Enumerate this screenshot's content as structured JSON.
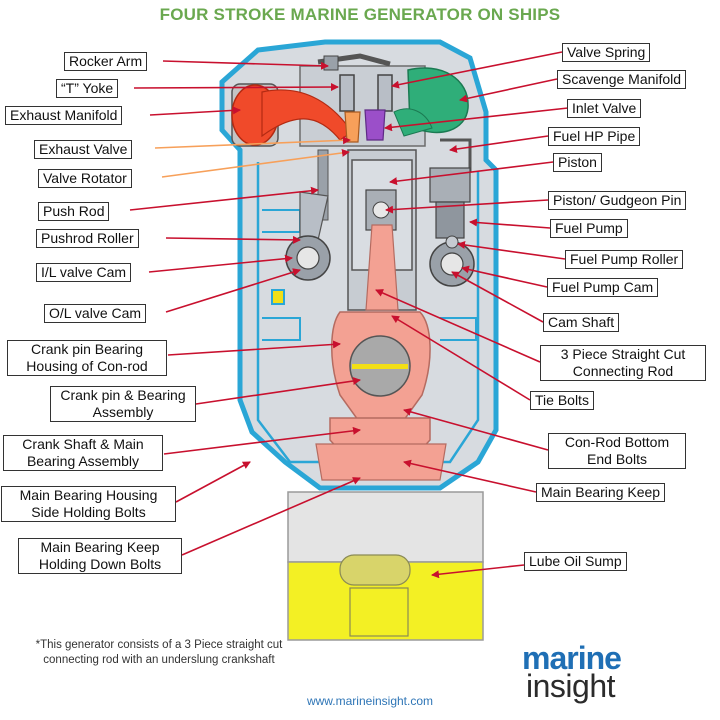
{
  "title": "FOUR STROKE MARINE GENERATOR ON SHIPS",
  "labels": {
    "rocker_arm": "Rocker Arm",
    "t_yoke": "“T” Yoke",
    "exhaust_manifold": "Exhaust Manifold",
    "exhaust_valve": "Exhaust Valve",
    "valve_rotator": "Valve Rotator",
    "push_rod": "Push Rod",
    "pushrod_roller": "Pushrod Roller",
    "il_valve_cam": "I/L valve Cam",
    "ol_valve_cam": "O/L valve Cam",
    "crank_pin_bearing_housing": "Crank pin Bearing Housing of Con-rod",
    "crank_pin_bearing_assembly": "Crank pin & Bearing Assembly",
    "crank_shaft_main_bearing": "Crank Shaft & Main Bearing Assembly",
    "main_bearing_housing_bolts": "Main Bearing Housing Side Holding Bolts",
    "main_bearing_keep_bolts": "Main Bearing Keep Holding Down Bolts",
    "valve_spring": "Valve Spring",
    "scavenge_manifold": "Scavenge Manifold",
    "inlet_valve": "Inlet Valve",
    "fuel_hp_pipe": "Fuel HP Pipe",
    "piston": "Piston",
    "piston_gudgeon_pin": "Piston/ Gudgeon Pin",
    "fuel_pump": "Fuel Pump",
    "fuel_pump_roller": "Fuel Pump Roller",
    "fuel_pump_cam": "Fuel Pump Cam",
    "cam_shaft": "Cam Shaft",
    "connecting_rod": "3 Piece Straight Cut Connecting Rod",
    "tie_bolts": "Tie Bolts",
    "con_rod_bottom_bolts": "Con-Rod Bottom End Bolts",
    "main_bearing_keep": "Main Bearing Keep",
    "lube_oil_sump": "Lube Oil Sump"
  },
  "note": "*This generator consists of a 3 Piece straight cut connecting rod with an underslung crankshaft",
  "url": "www.marineinsight.com",
  "logo": {
    "top": "marine",
    "bottom": "insight"
  },
  "colors": {
    "title": "#6aa84f",
    "frame_outline": "#2aa6d6",
    "frame_fill": "#d7dbe0",
    "exhaust": "#f04a2a",
    "scavenge": "#2fae79",
    "inlet_valve": "#9b4fc9",
    "conrod": "#f3a193",
    "sump": "#f3f024",
    "arrow": "#c8102e",
    "logo_blue": "#1f6fb5"
  }
}
